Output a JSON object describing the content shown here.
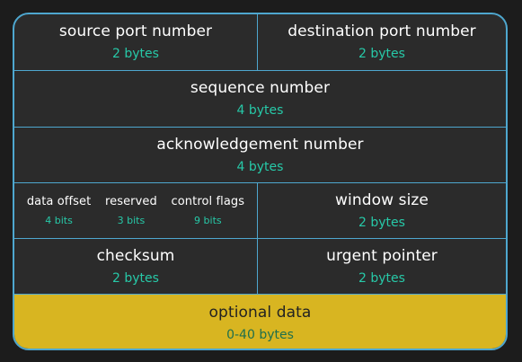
{
  "rows": [
    [
      {
        "name": "source port number",
        "size": "2 bytes"
      },
      {
        "name": "destination port number",
        "size": "2 bytes"
      }
    ],
    [
      {
        "name": "sequence number",
        "size": "4 bytes"
      }
    ],
    [
      {
        "name": "acknowledgement number",
        "size": "4 bytes"
      }
    ],
    {
      "subfields": [
        {
          "name": "data offset",
          "size": "4 bits"
        },
        {
          "name": "reserved",
          "size": "3 bits"
        },
        {
          "name": "control flags",
          "size": "9 bits"
        }
      ],
      "right": {
        "name": "window size",
        "size": "2 bytes"
      }
    },
    [
      {
        "name": "checksum",
        "size": "2 bytes"
      },
      {
        "name": "urgent pointer",
        "size": "2 bytes"
      }
    ],
    [
      {
        "name": "optional data",
        "size": "0-40 bytes"
      }
    ]
  ],
  "colors": {
    "border": "#4ea7cf",
    "size_text": "#27c9a8",
    "optional_fill": "#d8b521"
  }
}
